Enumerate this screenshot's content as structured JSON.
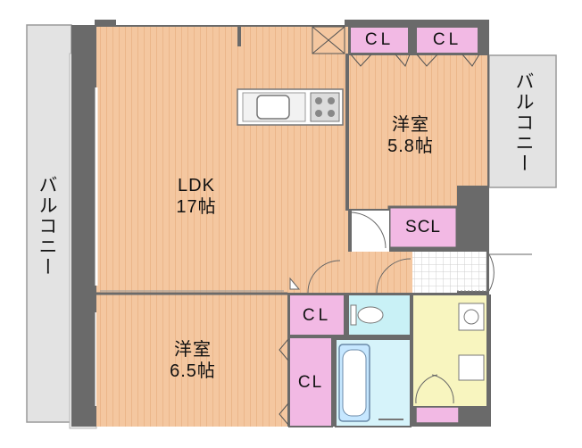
{
  "floorplan": {
    "rooms": {
      "ldk": {
        "name": "LDK",
        "size": "17帖"
      },
      "bedroom_north": {
        "name": "洋室",
        "size": "5.8帖"
      },
      "bedroom_south": {
        "name": "洋室",
        "size": "6.5帖"
      }
    },
    "storage": {
      "cl_top_left": "CL",
      "cl_top_right": "CL",
      "scl": "SCL",
      "cl_toilet": "CL",
      "cl_lower": "CL"
    },
    "balconies": {
      "west": "バルコニー",
      "east": "バルコニー"
    },
    "colors": {
      "room_floor": "#f4c8a0",
      "storage": "#f2b9e4",
      "toilet": "#c9f1f6",
      "bathroom": "#d6f3fa",
      "washroom": "#f8f5bf",
      "wall": "#6a6a6a",
      "balcony": "#e2e2e2"
    }
  }
}
